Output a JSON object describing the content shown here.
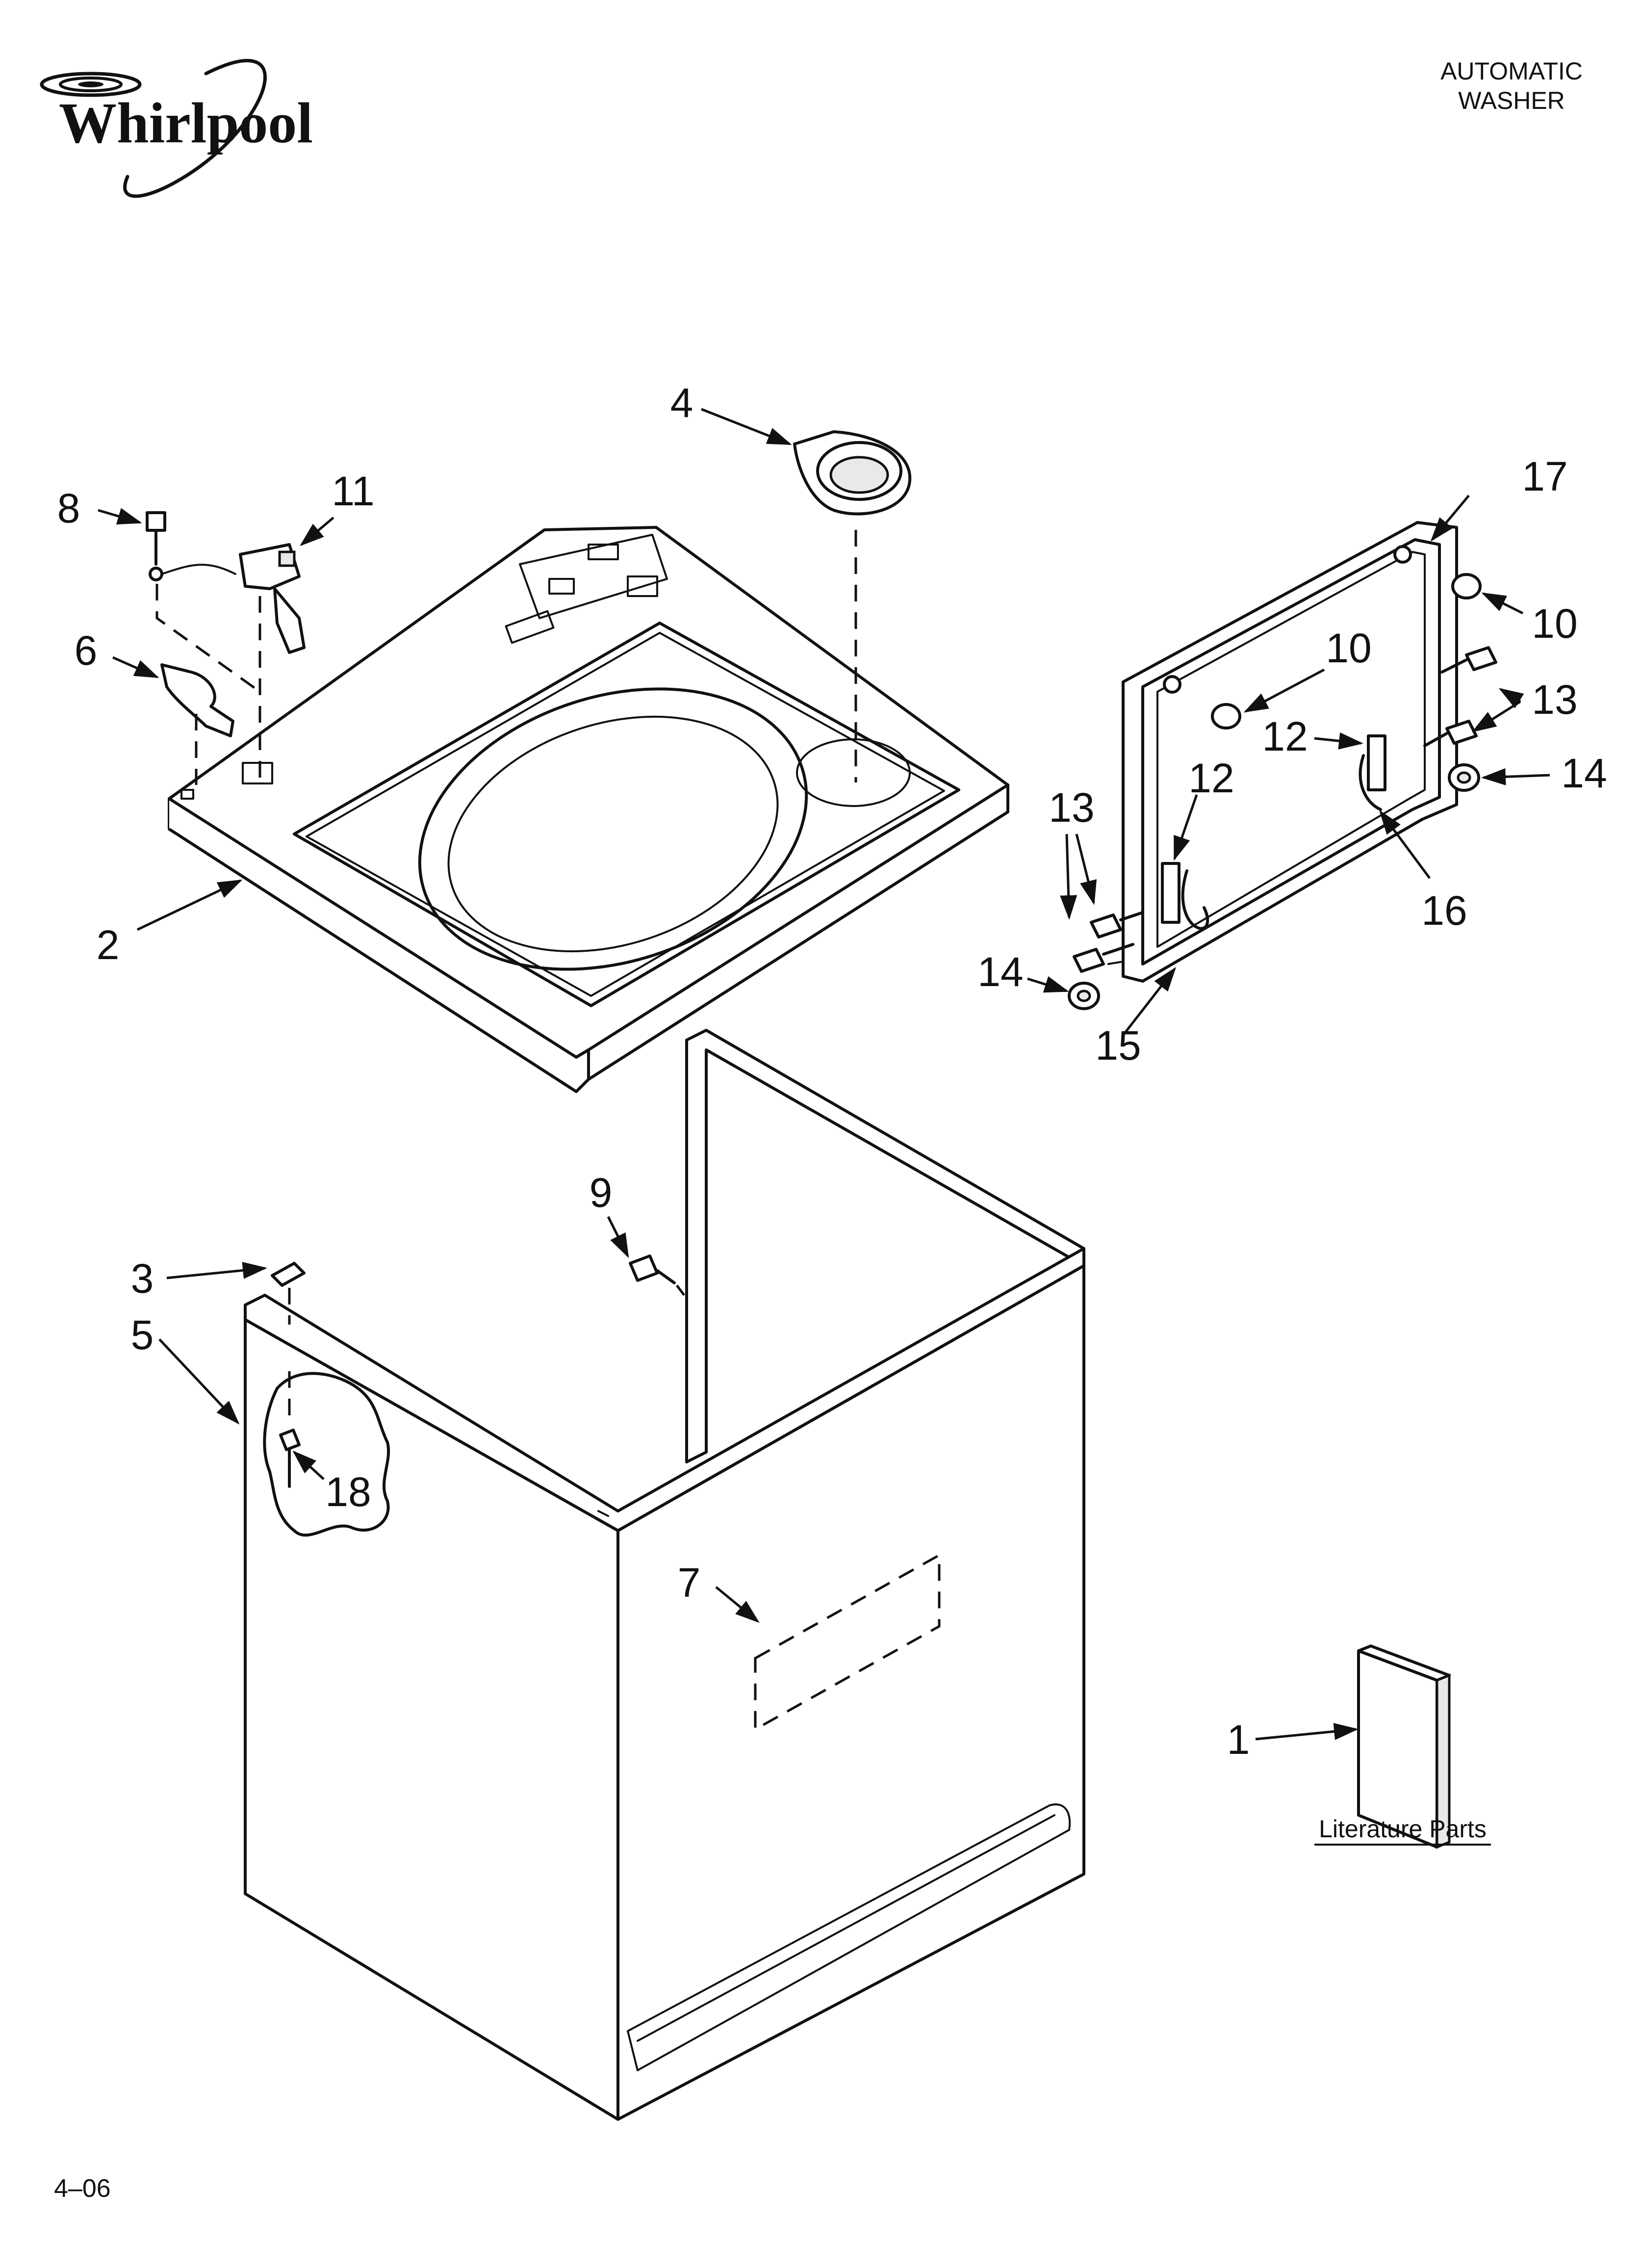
{
  "header": {
    "brand": "Whirlpool",
    "title_line1": "AUTOMATIC",
    "title_line2": "WASHER"
  },
  "footer": {
    "code": "4–06"
  },
  "literature": {
    "label": "Literature Parts"
  },
  "callouts": {
    "c1": "1",
    "c2": "2",
    "c3": "3",
    "c4": "4",
    "c5": "5",
    "c6": "6",
    "c7": "7",
    "c8": "8",
    "c9": "9",
    "c10a": "10",
    "c10b": "10",
    "c11": "11",
    "c12a": "12",
    "c12b": "12",
    "c13a": "13",
    "c13b": "13",
    "c14a": "14",
    "c14b": "14",
    "c15": "15",
    "c16": "16",
    "c17": "17",
    "c18": "18"
  },
  "icons": {
    "logo": "whirlpool-swirl-logo"
  },
  "colors": {
    "ink": "#111111",
    "paper": "#ffffff"
  }
}
